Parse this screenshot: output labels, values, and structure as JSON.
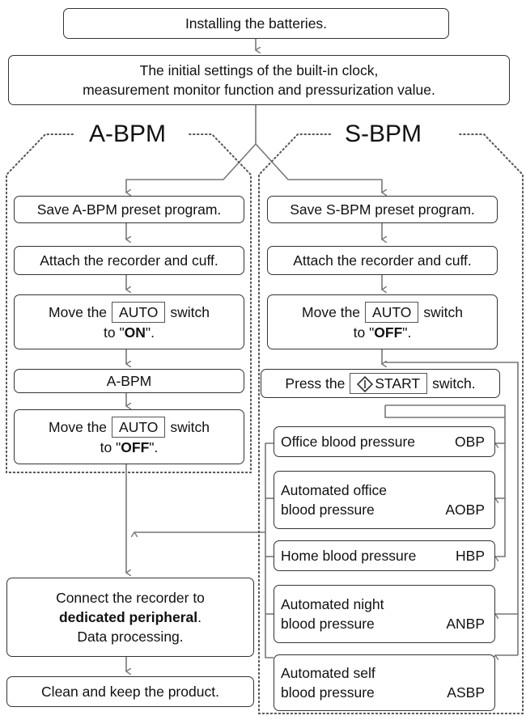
{
  "top": {
    "install": "Installing the batteries.",
    "initial_line1": "The initial settings of the built-in clock,",
    "initial_line2": "measurement monitor function and pressurization value."
  },
  "abpm": {
    "title": "A-BPM",
    "save": "Save A-BPM preset program.",
    "attach": "Attach the recorder and cuff.",
    "move_on_pre": "Move the",
    "move_on_key": "AUTO",
    "move_on_post": "switch",
    "move_on_to": "to \"",
    "move_on_value": "ON",
    "move_on_end": "\".",
    "abpm_step": "A-BPM",
    "move_off_pre": "Move the",
    "move_off_key": "AUTO",
    "move_off_post": "switch",
    "move_off_to": "to \"",
    "move_off_value": "OFF",
    "move_off_end": "\"."
  },
  "sbpm": {
    "title": "S-BPM",
    "save": "Save S-BPM preset program.",
    "attach": "Attach the recorder and cuff.",
    "move_pre": "Move the",
    "move_key": "AUTO",
    "move_post": "switch",
    "move_to": "to \"",
    "move_value": "OFF",
    "move_end": "\".",
    "press_pre": "Press the",
    "press_key": "START",
    "press_post": "switch.",
    "obp_label": "Office blood pressure",
    "obp_code": "OBP",
    "aobp_line1": "Automated office",
    "aobp_line2": "blood pressure",
    "aobp_code": "AOBP",
    "hbp_label": "Home blood pressure",
    "hbp_code": "HBP",
    "anbp_line1": "Automated night",
    "anbp_line2": "blood pressure",
    "anbp_code": "ANBP",
    "asbp_line1": "Automated self",
    "asbp_line2": "blood pressure",
    "asbp_code": "ASBP"
  },
  "bottom": {
    "connect_line1": "Connect the recorder to",
    "connect_bold": "dedicated peripheral",
    "connect_period": ".",
    "connect_line3": "Data processing.",
    "clean": "Clean and keep the product."
  }
}
